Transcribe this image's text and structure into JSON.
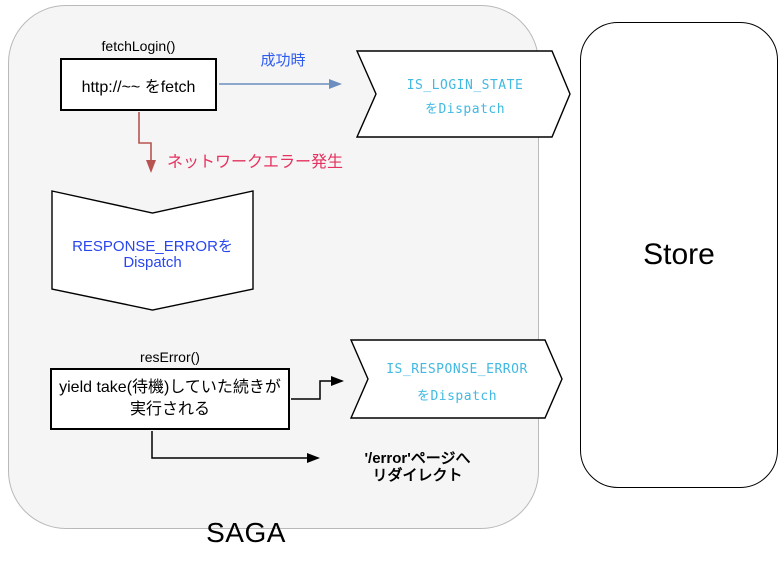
{
  "colors": {
    "container_fill": "#f5f5f5",
    "container_border": "#b9b9b9",
    "arrow_blue": "#6c8ebf",
    "arrow_red": "#b85450",
    "arrow_black": "#000000",
    "label_blue": "#2e5bf0",
    "label_pink": "#e5315f",
    "dispatch_cyan": "#41b9e1",
    "dispatch_blue": "#2946ef"
  },
  "saga": {
    "label": "SAGA"
  },
  "store": {
    "label": "Store"
  },
  "fetch_login": {
    "title": "fetchLogin()",
    "body": "http://~~ をfetch"
  },
  "success_arrow": {
    "label": "成功時"
  },
  "network_error_arrow": {
    "label": "ネットワークエラー発生"
  },
  "is_login_state": {
    "line1": "IS_LOGIN_STATE",
    "line2": "をDispatch"
  },
  "response_error": {
    "line1": "RESPONSE_ERRORを",
    "line2": "Dispatch"
  },
  "res_error": {
    "title": "resError()",
    "body_line1": "yield take(待機)していた続きが",
    "body_line2": "実行される"
  },
  "is_response_error": {
    "line1": "IS_RESPONSE_ERROR",
    "line2": "をDispatch"
  },
  "redirect": {
    "line1": "'/error'ページへ",
    "line2": "リダイレクト"
  }
}
